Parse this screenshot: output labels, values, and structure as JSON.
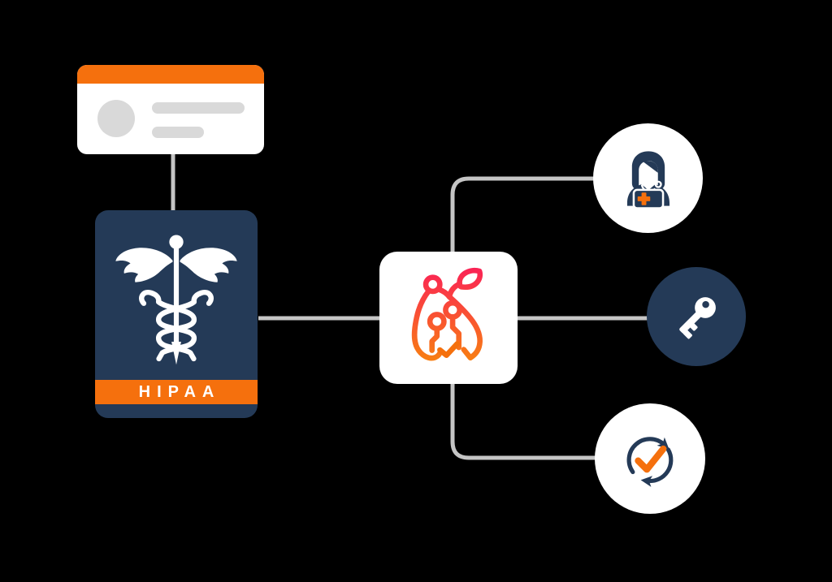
{
  "canvas": {
    "background": "#000000"
  },
  "colors": {
    "background": "#000000",
    "orange": "#F5700D",
    "navy": "#243A57",
    "white": "#FFFFFF",
    "connector_gray": "#C5C5C5",
    "placeholder_gray": "#D9D9D9",
    "logo_pink": "#FA2156",
    "logo_orange": "#F8870C"
  },
  "browser_card": {
    "avatar": "avatar-placeholder-circle",
    "placeholders": [
      "text-placeholder-long",
      "text-placeholder-short"
    ]
  },
  "hipaa_badge": {
    "label": "HIPAA",
    "icon": "caduceus-icon"
  },
  "center_node": {
    "icon": "pear-circuit-logo-icon"
  },
  "satellite_nodes": [
    {
      "id": "doctor",
      "icon": "doctor-icon",
      "shape": "white-circle"
    },
    {
      "id": "key",
      "icon": "key-icon",
      "shape": "navy-circle"
    },
    {
      "id": "sync",
      "icon": "sync-check-icon",
      "shape": "white-circle"
    }
  ]
}
